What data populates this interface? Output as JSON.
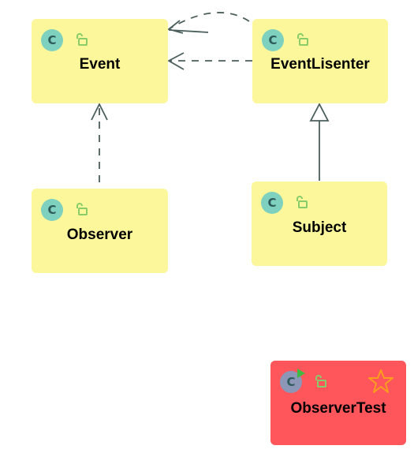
{
  "diagram": {
    "nodes": {
      "event": {
        "label": "Event",
        "icon": "class-icon",
        "access_icon": "public-lock-icon",
        "color": "#fbf79a"
      },
      "event_listener": {
        "label": "EventLisenter",
        "icon": "class-icon",
        "access_icon": "public-lock-icon",
        "color": "#fbf79a"
      },
      "observer": {
        "label": "Observer",
        "icon": "class-icon",
        "access_icon": "public-lock-icon",
        "color": "#fbf79a"
      },
      "subject": {
        "label": "Subject",
        "icon": "class-icon",
        "access_icon": "public-lock-icon",
        "color": "#fbf79a"
      },
      "observer_test": {
        "label": "ObserverTest",
        "icon": "test-class-icon",
        "access_icon": "public-lock-icon",
        "extra_icon": "star-icon",
        "color": "#fe565a"
      }
    },
    "icon_glyph": "C",
    "edges": [
      {
        "from": "EventLisenter",
        "to": "Event",
        "style": "dashed",
        "arrow": "open"
      },
      {
        "from": "EventLisenter",
        "to": "Event",
        "style": "dashed",
        "arrow": "open"
      },
      {
        "from": "Observer",
        "to": "Event",
        "style": "dashed",
        "arrow": "open"
      },
      {
        "from": "Subject",
        "to": "EventLisenter",
        "style": "solid",
        "arrow": "hollow-triangle"
      }
    ],
    "colors": {
      "node_fill": "#fbf79a",
      "test_fill": "#fe565a",
      "edge": "#4b5f5c",
      "class_icon": "#7fd1bf",
      "test_icon": "#8c97b8",
      "lock": "#8acb6a",
      "star": "#ff9d1e"
    }
  }
}
